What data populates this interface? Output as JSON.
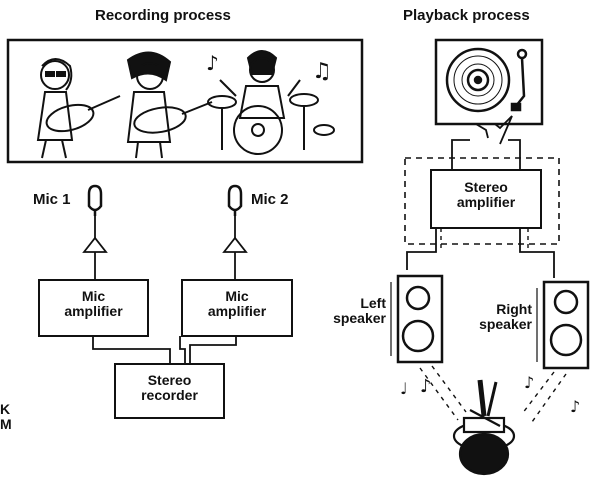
{
  "recording": {
    "title": "Recording process",
    "mic1_label": "Mic 1",
    "mic2_label": "Mic 2",
    "mic_amp_left_line1": "Mic",
    "mic_amp_left_line2": "amplifier",
    "mic_amp_right_line1": "Mic",
    "mic_amp_right_line2": "amplifier",
    "recorder_line1": "Stereo",
    "recorder_line2": "recorder"
  },
  "playback": {
    "title": "Playback process",
    "amp_line1": "Stereo",
    "amp_line2": "amplifier",
    "left_speaker_line1": "Left",
    "left_speaker_line2": "speaker",
    "right_speaker_line1": "Right",
    "right_speaker_line2": "speaker"
  },
  "edge_text": {
    "line1": "K",
    "line2": "M"
  }
}
